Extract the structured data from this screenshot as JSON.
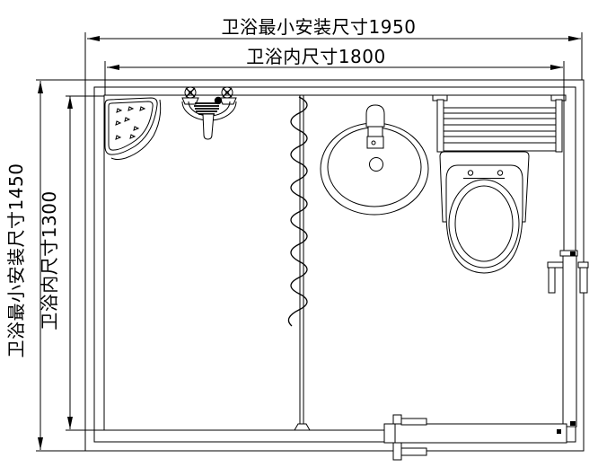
{
  "page": {
    "background": "#ffffff",
    "line_color": "#000000"
  },
  "drawing": {
    "type": "bathroom-pod-floor-plan",
    "labels": {
      "width_overall": "卫浴最小安装尺寸1950",
      "width_inner": "卫浴内尺寸1800",
      "height_overall": "卫浴最小安装尺寸1450",
      "height_inner": "卫浴内尺寸1300"
    },
    "dimensions_mm": {
      "overall_width": 1950,
      "inner_width": 1800,
      "overall_height": 1450,
      "inner_height": 1300
    },
    "fixtures": [
      {
        "name": "corner-shelf"
      },
      {
        "name": "shower-mixer-faucet"
      },
      {
        "name": "shower-curtain"
      },
      {
        "name": "washbasin"
      },
      {
        "name": "towel-radiator"
      },
      {
        "name": "toilet"
      },
      {
        "name": "sliding-door-right"
      },
      {
        "name": "sliding-door-bottom"
      }
    ]
  }
}
